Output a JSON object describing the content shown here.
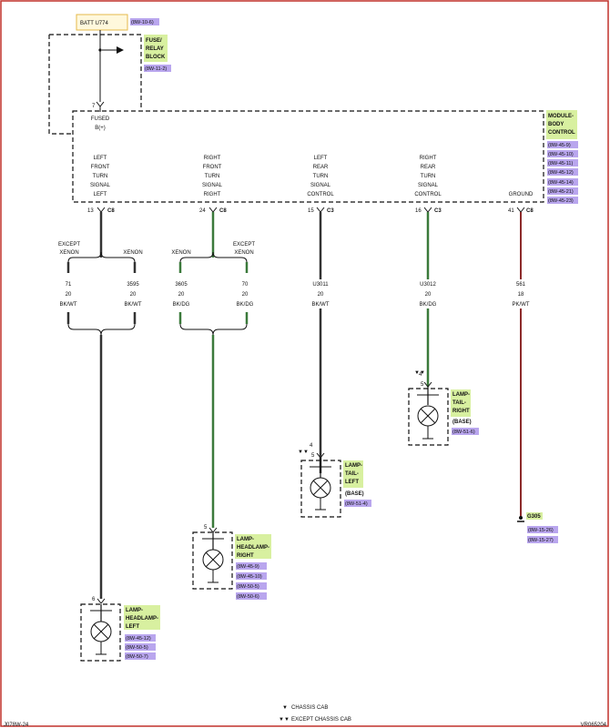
{
  "battery": {
    "label": "BATT U774",
    "ref": "(8W-10-6)"
  },
  "fuse_relay_block": {
    "lines": [
      "FUSE/",
      "RELAY",
      "BLOCK"
    ],
    "ref": "(8W-11-2)"
  },
  "module": {
    "lines": [
      "MODULE-",
      "BODY",
      "CONTROL"
    ],
    "refs": [
      "(8W-45-9)",
      "(8W-45-10)",
      "(8W-45-11)",
      "(8W-45-12)",
      "(8W-45-14)",
      "(8W-45-21)",
      "(8W-45-23)"
    ],
    "fused_pin": "7",
    "fused_label": [
      "FUSED",
      "B(+)"
    ],
    "functions": [
      {
        "lines": [
          "LEFT",
          "FRONT",
          "TURN",
          "SIGNAL",
          "LEFT"
        ],
        "pin": "13",
        "conn": "C8"
      },
      {
        "lines": [
          "RIGHT",
          "FRONT",
          "TURN",
          "SIGNAL",
          "RIGHT"
        ],
        "pin": "24",
        "conn": "C8"
      },
      {
        "lines": [
          "LEFT",
          "REAR",
          "TURN",
          "SIGNAL",
          "CONTROL"
        ],
        "pin": "15",
        "conn": "C3"
      },
      {
        "lines": [
          "RIGHT",
          "REAR",
          "TURN",
          "SIGNAL",
          "CONTROL"
        ],
        "pin": "16",
        "conn": "C3"
      },
      {
        "lines": [
          "GROUND"
        ],
        "pin": "41",
        "conn": "C8"
      }
    ]
  },
  "branches": {
    "left_except": [
      "EXCEPT",
      "XENON"
    ],
    "left_xenon": [
      "XENON"
    ],
    "right_xenon": [
      "XENON"
    ],
    "right_except": [
      "EXCEPT",
      "XENON"
    ]
  },
  "wires": [
    {
      "circuit": "71",
      "gauge": "20",
      "color": "BK/WT"
    },
    {
      "circuit": "3595",
      "gauge": "20",
      "color": "BK/WT"
    },
    {
      "circuit": "3605",
      "gauge": "20",
      "color": "BK/DG"
    },
    {
      "circuit": "70",
      "gauge": "20",
      "color": "BK/DG"
    },
    {
      "circuit": "U3011",
      "gauge": "20",
      "color": "BK/WT"
    },
    {
      "circuit": "U3012",
      "gauge": "20",
      "color": "BK/DG"
    },
    {
      "circuit": "561",
      "gauge": "18",
      "color": "PK/WT"
    }
  ],
  "components": {
    "tail_right": {
      "lines": [
        "LAMP-",
        "TAIL-",
        "RIGHT"
      ],
      "qualifier": "(BASE)",
      "ref": "(8W-51-6)",
      "pin": "5",
      "markers": [
        "4"
      ]
    },
    "tail_left": {
      "lines": [
        "LAMP-",
        "TAIL-",
        "LEFT"
      ],
      "qualifier": "(BASE)",
      "ref": "(8W-51-4)",
      "pin": "5",
      "markers": [
        "4"
      ]
    },
    "headlamp_right": {
      "lines": [
        "LAMP-",
        "HEADLAMP-",
        "RIGHT"
      ],
      "refs": [
        "(8W-45-9)",
        "(8W-45-10)",
        "(8W-50-5)",
        "(8W-50-6)"
      ],
      "pin": "5"
    },
    "headlamp_left": {
      "lines": [
        "LAMP-",
        "HEADLAMP-",
        "LEFT"
      ],
      "refs": [
        "(8W-45-12)",
        "(8W-50-5)",
        "(8W-50-7)"
      ],
      "pin": "6"
    },
    "ground": {
      "label": "G305",
      "refs": [
        "(8W-15-26)",
        "(8W-15-27)"
      ]
    }
  },
  "legend": [
    {
      "symbol": "▼",
      "text": "CHASSIS CAB"
    },
    {
      "symbol": "▼▼",
      "text": "EXCEPT CHASSIS CAB"
    }
  ],
  "footer": {
    "left": "J078W-24",
    "right": "VR065204"
  },
  "colors": {
    "bk_wt": "#333333",
    "bk_dg": "#3b7a3b",
    "pk_wt": "#8c2a2a",
    "component_label_bg": "#d8f0a0",
    "ref_tag_bg": "#b9a6ee",
    "frame": "#c0302a"
  }
}
